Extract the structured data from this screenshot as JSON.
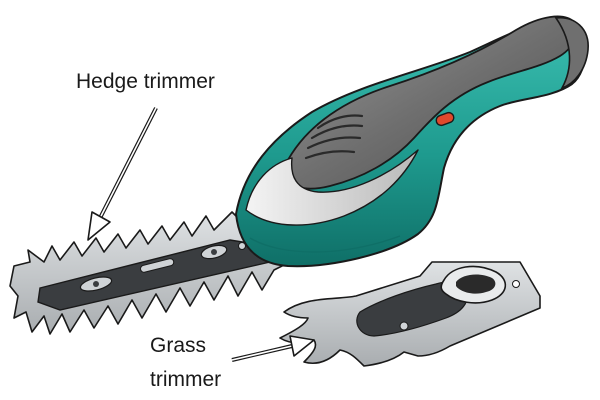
{
  "labels": {
    "hedge_trimmer": "Hedge trimmer",
    "grass_trimmer_line1": "Grass",
    "grass_trimmer_line2": "trimmer"
  },
  "parts": {
    "body": "cordless shear body",
    "handle": "grip handle",
    "trigger": "power trigger",
    "hedge_blade": "hedge trimmer blade",
    "grass_blade": "grass trimmer blade"
  },
  "colors": {
    "body_teal": "#1e9a8e",
    "body_teal_dark": "#0f6f67",
    "grip_grey": "#6f6f6f",
    "blade_grey": "#bfc3c6",
    "blade_dark": "#3a3d40",
    "trigger_red": "#e0492c",
    "ink": "#1a1a1a"
  }
}
